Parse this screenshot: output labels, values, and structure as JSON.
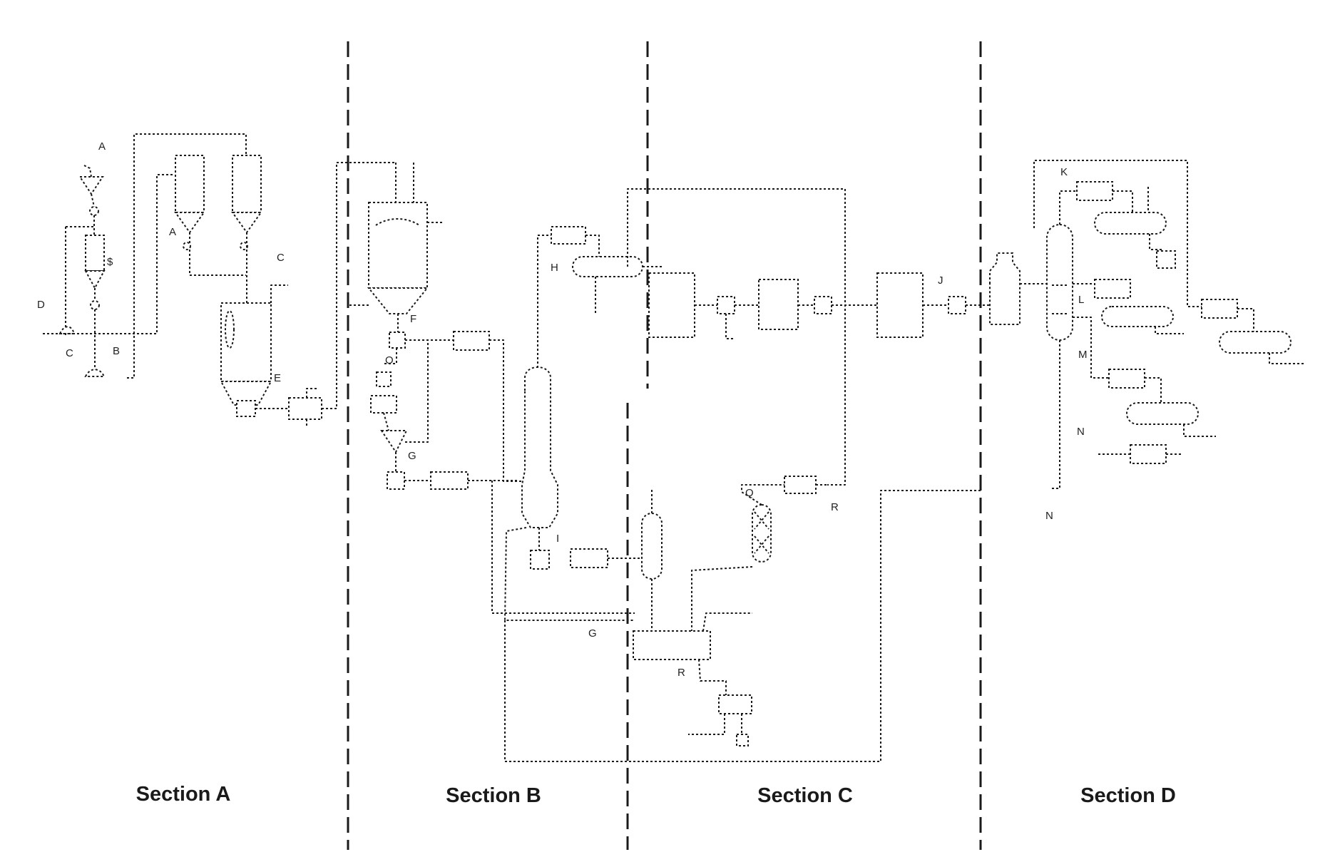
{
  "sections": [
    "Section A",
    "Section B",
    "Section C",
    "Section D"
  ],
  "stream_labels": {
    "A1": "A",
    "A2": "A",
    "B": "B",
    "C1": "C",
    "C2": "C",
    "D": "D",
    "E": "E",
    "F": "F",
    "G1": "G",
    "G2": "G",
    "H": "H",
    "I": "I",
    "J": "J",
    "K": "K",
    "L": "L",
    "M": "M",
    "N1": "N",
    "N2": "N",
    "O": "O",
    "Q": "Q",
    "R1": "R",
    "R2": "R"
  }
}
